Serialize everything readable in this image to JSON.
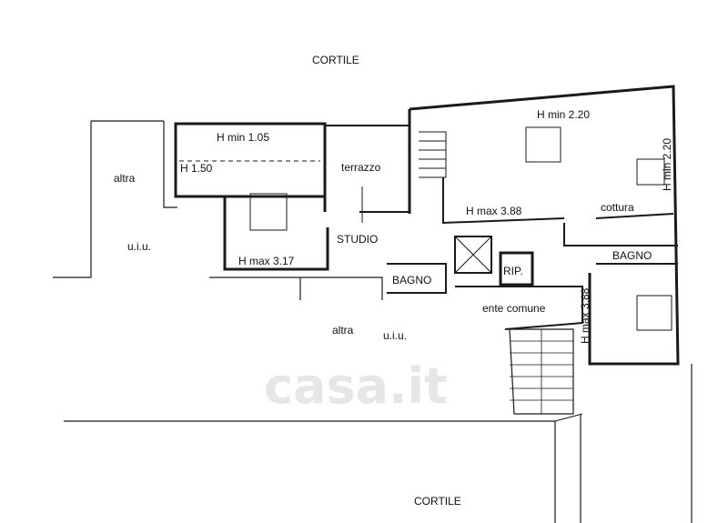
{
  "labels": {
    "cortile_top": "CORTILE",
    "cortile_bottom": "CORTILE",
    "h_min_105": "H min 1.05",
    "h_150": "H 1.50",
    "terrazzo": "terrazzo",
    "h_min_220_top": "H min 2.20",
    "h_min_220_side": "H min 2.20",
    "altra_left": "altra",
    "uiu_left": "u.i.u.",
    "h_max_388_center": "H max 3.88",
    "cottura": "cottura",
    "studio": "STUDIO",
    "h_max_317": "H max 3.17",
    "rip": "RIP.",
    "bagno_right": "BAGNO",
    "bagno_left": "BAGNO",
    "ente_comune": "ente comune",
    "h_max_388_side": "H max 3.88",
    "altra_bottom": "altra",
    "uiu_bottom": "u.i.u."
  },
  "watermark": "casa.it"
}
